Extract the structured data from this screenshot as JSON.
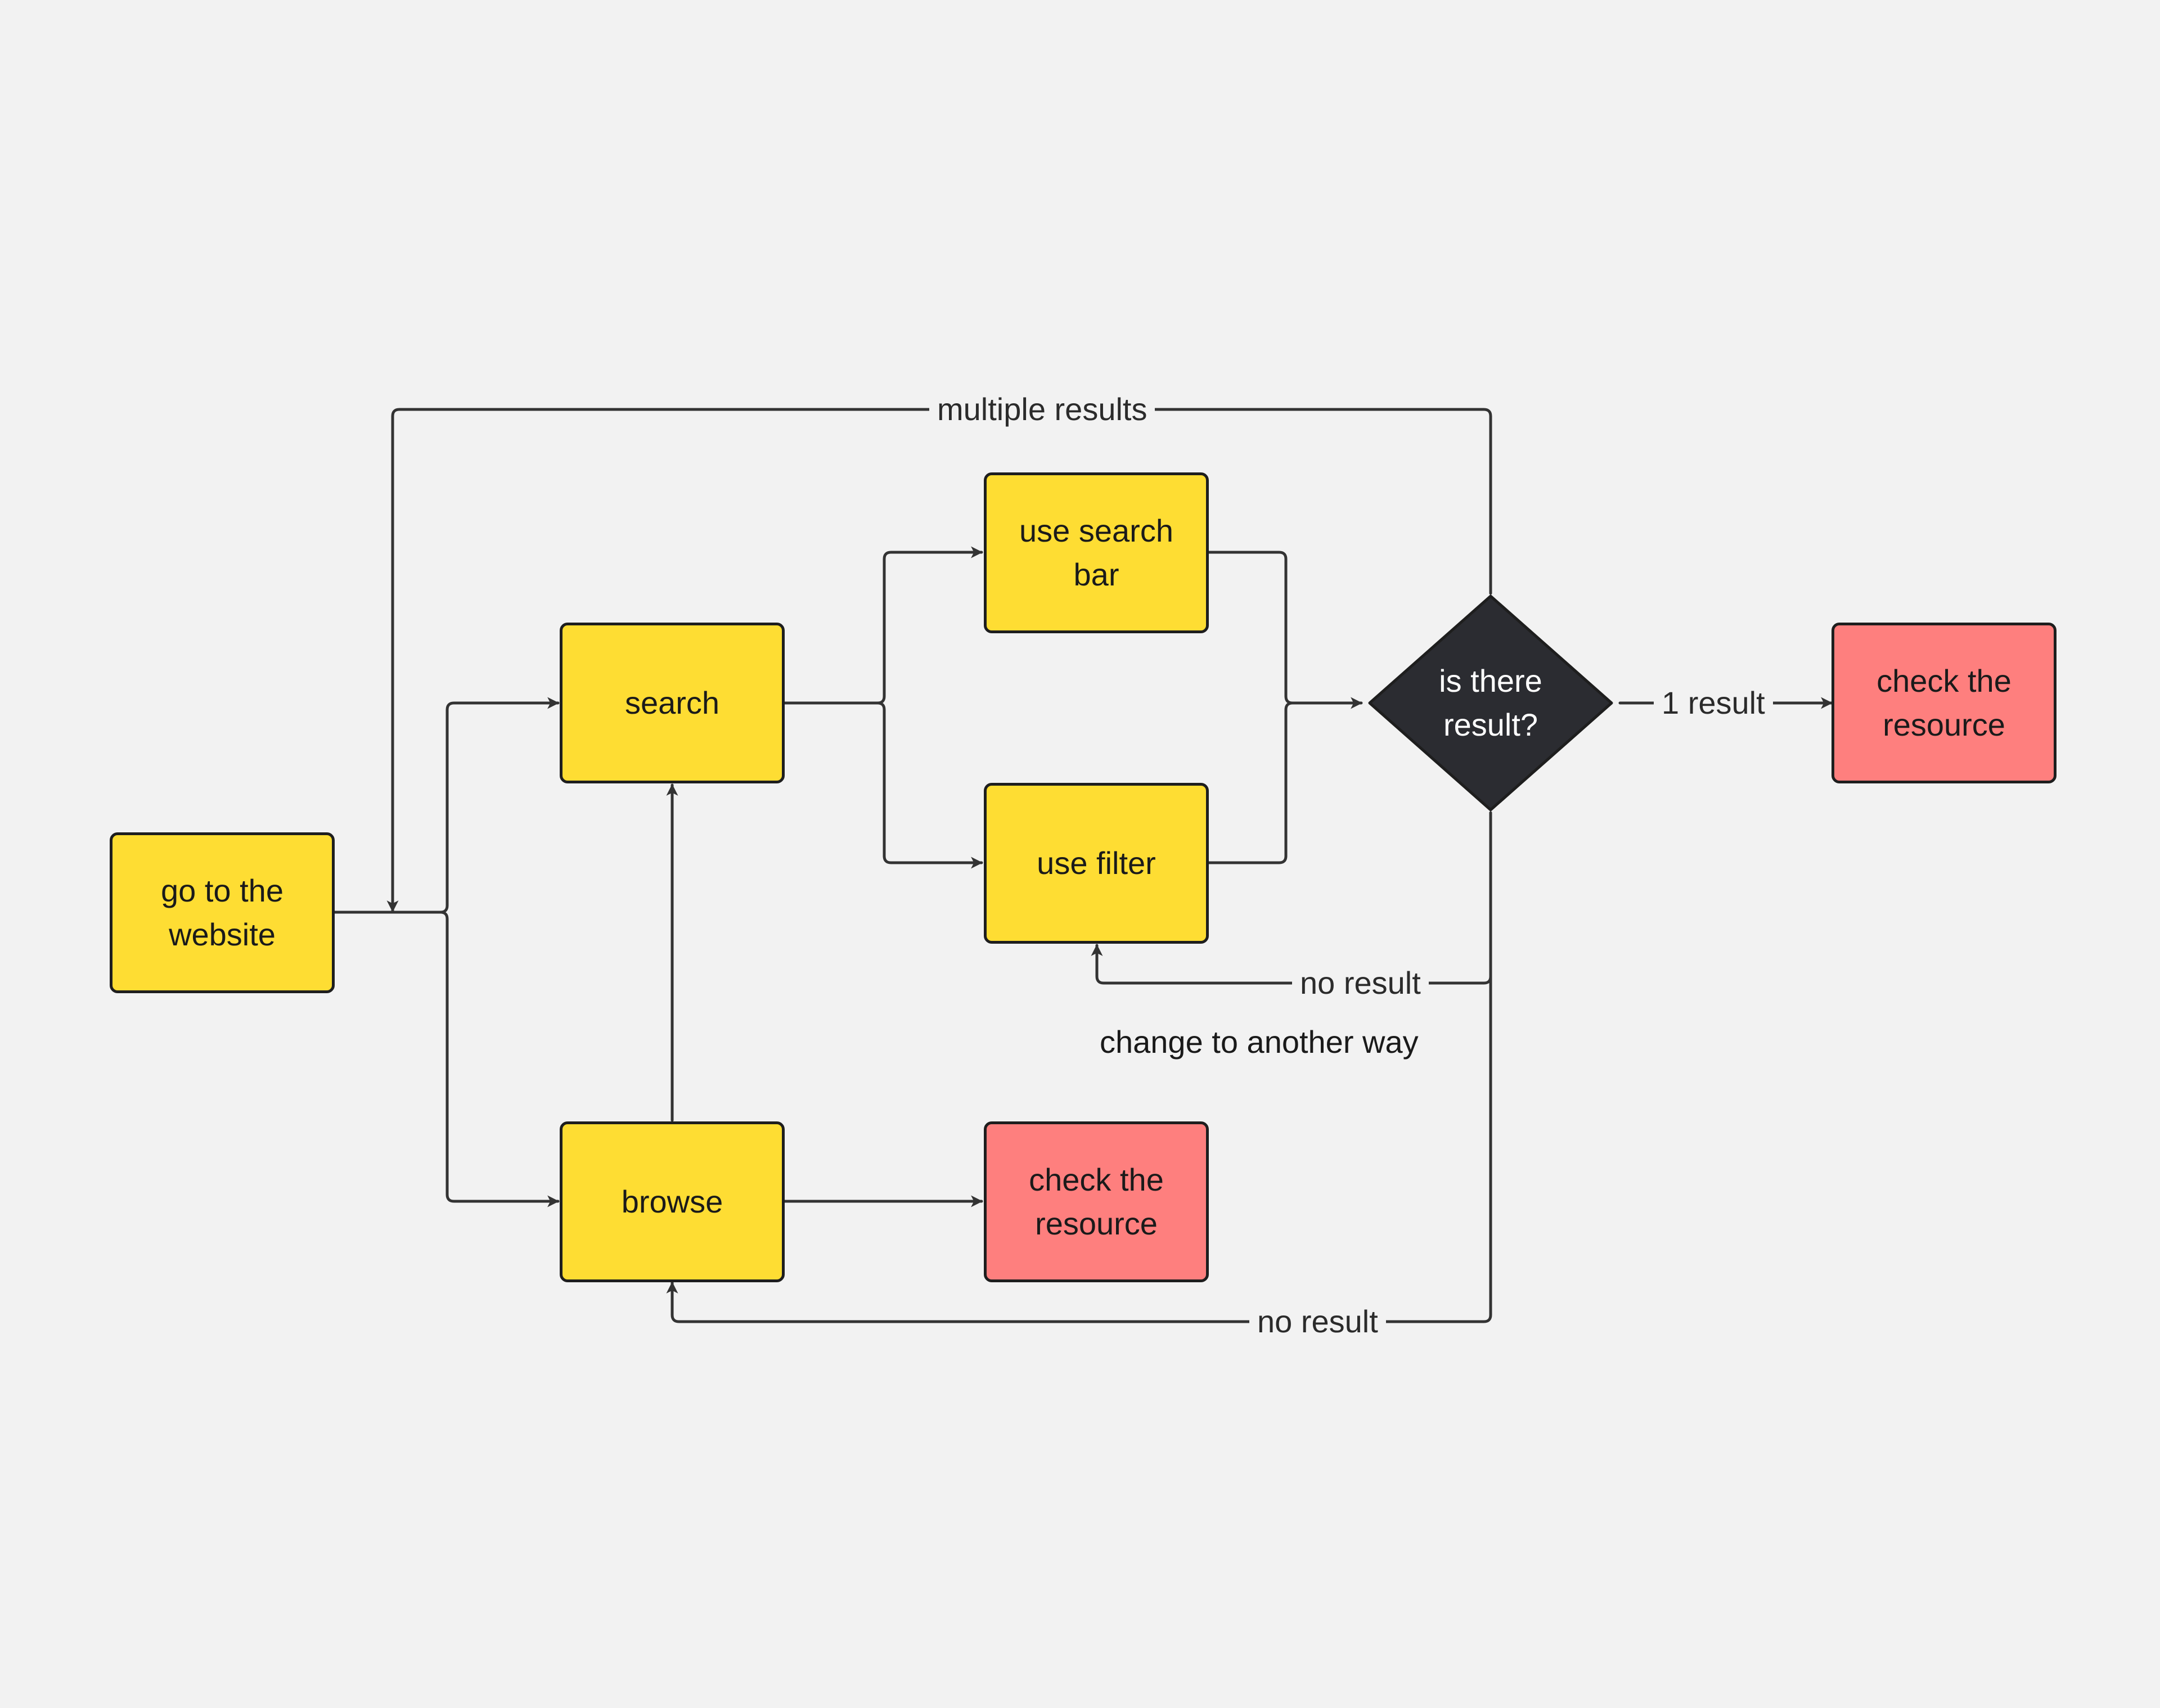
{
  "diagram": {
    "nodes": {
      "go_to_website": "go to the website",
      "search": "search",
      "browse": "browse",
      "use_search_bar": "use search bar",
      "use_filter": "use filter",
      "check_resource_top": "check the resource",
      "check_resource_bottom": "check the resource",
      "decision": "is there result?"
    },
    "edge_labels": {
      "multiple_results": "multiple results",
      "one_result": "1 result",
      "no_result_filter": "no result",
      "no_result_browse": "no result"
    },
    "annotation": "change to another way",
    "colors": {
      "background": "#f2f2f2",
      "process_fill": "#fedd33",
      "terminal_fill": "#fe7f7e",
      "decision_fill": "#2b2c31",
      "line": "#333333"
    }
  }
}
